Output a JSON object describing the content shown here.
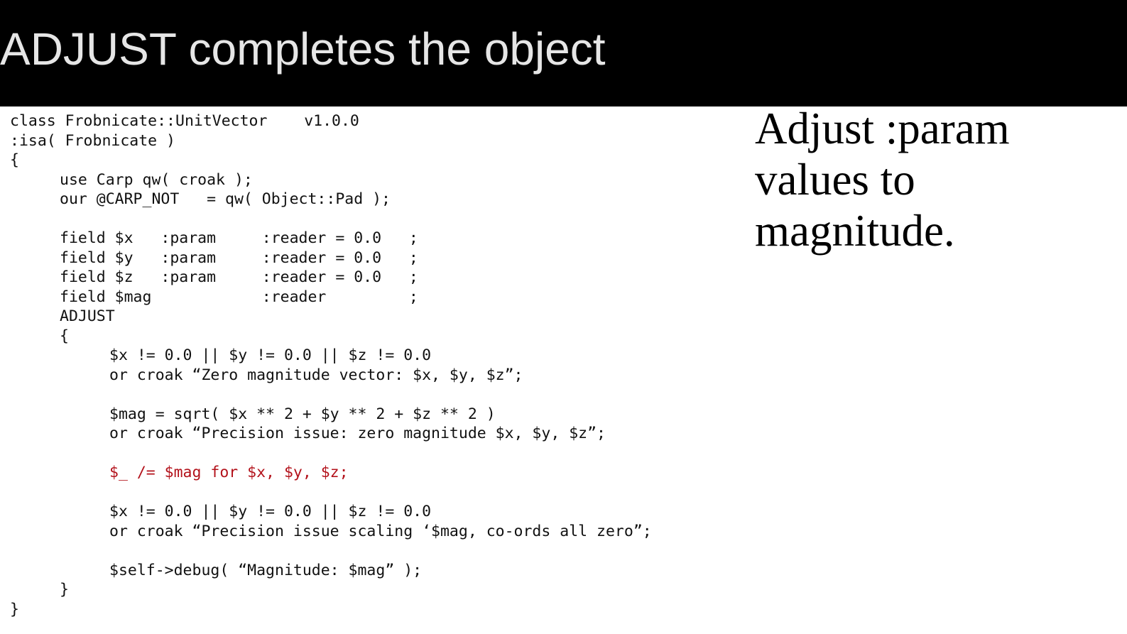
{
  "slide": {
    "title": "ADJUST completes the object",
    "note": "Adjust :param values to magnitude."
  },
  "colors": {
    "title_bar": "#000000",
    "title_text": "#e6e6e6",
    "code_text": "#111111",
    "highlight_text": "#b3121b"
  },
  "code": {
    "lines": [
      {
        "text": "class Frobnicate::UnitVector    v1.0.0",
        "indent": 0
      },
      {
        "text": ":isa( Frobnicate )",
        "indent": 0
      },
      {
        "text": "{",
        "indent": 0
      },
      {
        "text": "use Carp qw( croak );",
        "indent": 1
      },
      {
        "text": "our @CARP_NOT   = qw( Object::Pad );",
        "indent": 1
      },
      {
        "text": "",
        "indent": 0
      },
      {
        "text": "field $x   :param     :reader = 0.0   ;",
        "indent": 1
      },
      {
        "text": "field $y   :param     :reader = 0.0   ;",
        "indent": 1
      },
      {
        "text": "field $z   :param     :reader = 0.0   ;",
        "indent": 1
      },
      {
        "text": "field $mag            :reader         ;",
        "indent": 1
      },
      {
        "text": "ADJUST",
        "indent": 1
      },
      {
        "text": "{",
        "indent": 1
      },
      {
        "text": "$x != 0.0 || $y != 0.0 || $z != 0.0",
        "indent": 2
      },
      {
        "text": "or croak “Zero magnitude vector: $x, $y, $z”;",
        "indent": 2
      },
      {
        "text": "",
        "indent": 0
      },
      {
        "text": "$mag = sqrt( $x ** 2 + $y ** 2 + $z ** 2 )",
        "indent": 2
      },
      {
        "text": "or croak “Precision issue: zero magnitude $x, $y, $z”;",
        "indent": 2
      },
      {
        "text": "",
        "indent": 0
      },
      {
        "text": "$_ /= $mag for $x, $y, $z;",
        "indent": 2,
        "highlight": true
      },
      {
        "text": "",
        "indent": 0
      },
      {
        "text": "$x != 0.0 || $y != 0.0 || $z != 0.0",
        "indent": 2
      },
      {
        "text": "or croak “Precision issue scaling ‘$mag, co-ords all zero”;",
        "indent": 2
      },
      {
        "text": "",
        "indent": 0
      },
      {
        "text": "$self->debug( “Magnitude: $mag” );",
        "indent": 2
      },
      {
        "text": "}",
        "indent": 1
      },
      {
        "text": "}",
        "indent": 0
      }
    ]
  }
}
